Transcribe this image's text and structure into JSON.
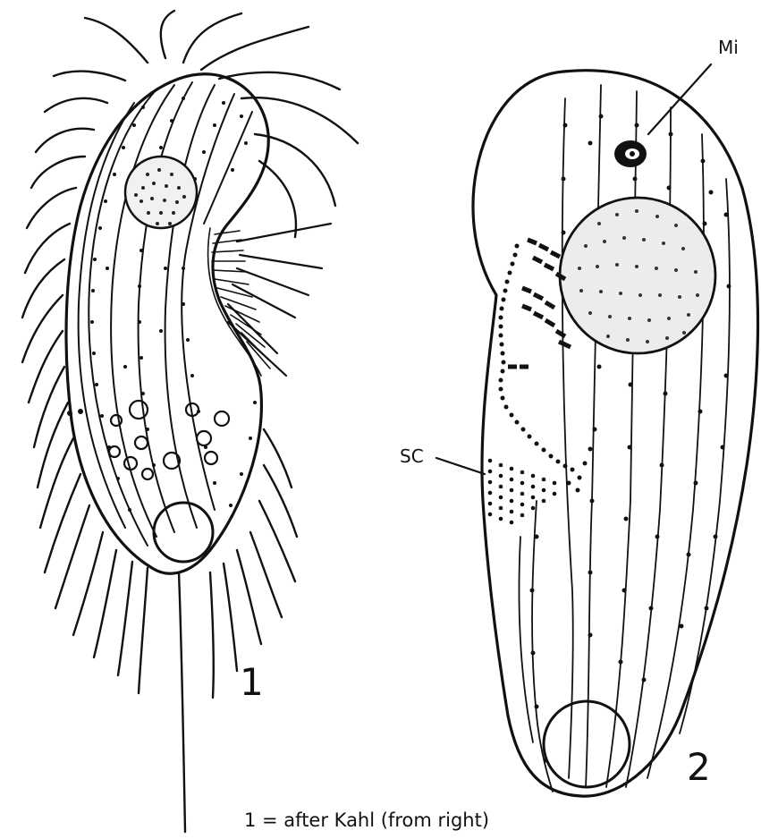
{
  "figure": {
    "panel_1_number": "1",
    "panel_2_number": "2",
    "label_mi": "Mi",
    "label_sc": "SC",
    "caption": "1 = after Kahl (from right)"
  }
}
